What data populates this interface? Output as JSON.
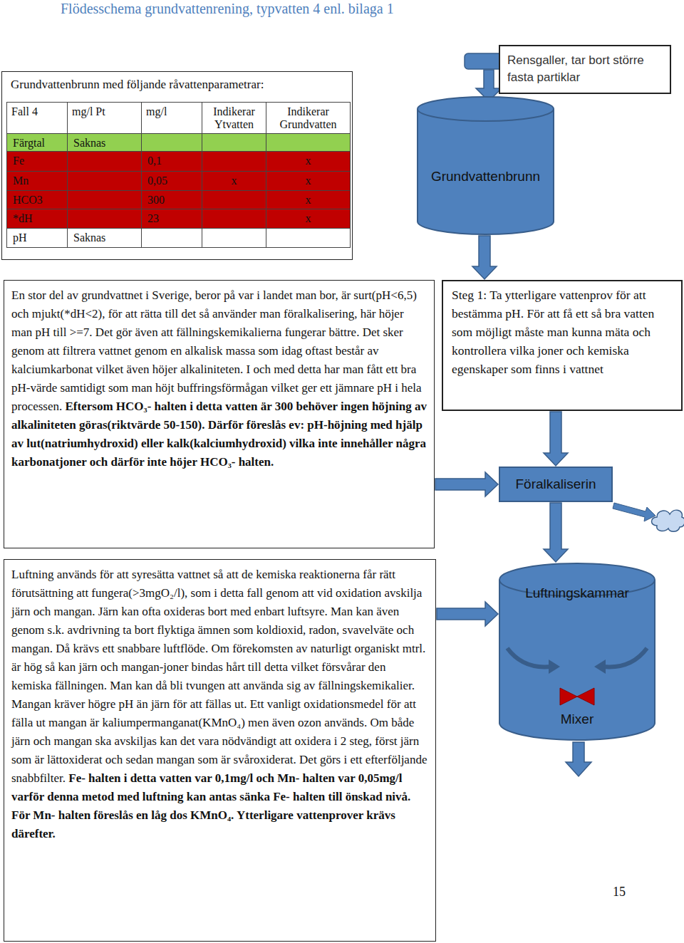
{
  "diagram": {
    "title": "Flödesschema grundvattenrening, typvatten 4 enl. bilaga 1",
    "nodes": [
      {
        "text": [
          "Grundvattenbrunn med följande råvattenparametrar:"
        ]
      },
      {
        "text": [
          "Rensgaller, tar bort större fasta partiklar"
        ]
      },
      {
        "text": [
          "Grundvattenbrunn"
        ]
      },
      {
        "text": [
          "En stor del av grundvattnet i Sverige, beror på var i landet man bor, är surt(pH<6,5) och mjukt(*dH<2), för att rätta till det så använder man föralkalisering, här höjer man pH till >=7. Det gör även att fällningskemikalierna fungerar bättre. Det sker genom att filtrera vattnet genom en alkalisk massa som idag oftast består av kalciumkarbonat vilket även höjer alkaliniteten. I och med detta har man fått ett bra pH-värde samtidigt som man höjt buffringsförmågan vilket ger ett jämnare pH i hela processen.",
          "Eftersom HCO₃- halten i detta vatten är 300 behöver ingen höjning av alkaliniteten göras(riktvärde 50-150). Därför föreslås ev: pH-höjning med hjälp av lut(natriumhydroxid) eller kalk(kalciumhydroxid) vilka inte innehåller några karbonatjoner och därför inte höjer HCO₃- halten."
        ]
      },
      {
        "text": [
          "Steg 1: Ta ytterligare vattenprov för att bestämma pH. För att få ett så bra vatten som möjligt måste man kunna mäta och kontrollera vilka joner och kemiska egenskaper som finns i vattnet"
        ]
      },
      {
        "text": [
          "Föralkaliserin"
        ]
      },
      {
        "text": [
          "Luftning används för att syresätta vattnet så att de kemiska reaktionerna får rätt förutsättning att fungera(>3mgO₂/l), som i detta fall genom att vid oxidation avskilja järn och mangan. Järn kan ofta oxideras bort med enbart luftsyre. Man kan även genom s.k. avdrivning ta bort flyktiga ämnen som koldioxid, radon, svavelväte och mangan. Då krävs ett snabbare luftflöde. Om förekomsten av naturligt organiskt mtrl. är hög så kan järn och mangan-joner bindas hårt till detta vilket försvårar den kemiska fällningen. Man kan då bli tvungen att använda sig av fällningskemikalier. Mangan kräver högre pH än järn för att fällas ut. Ett vanligt oxidationsmedel för att fälla ut mangan är kaliumpermanganat(KMnO₄) men även ozon används. Om både järn och mangan ska avskiljas kan det vara nödvändigt att oxidera i 2 steg, först järn som är lättoxiderat och sedan mangan som är svåroxiderat. Det görs i ett efterföljande snabbfilter.",
          "Fe- halten i detta vatten var 0,1mg/l och Mn- halten var 0,05mg/l varför denna metod med luftning kan antas sänka Fe- halten till önskad nivå. För Mn- halten föreslås en låg dos KMnO₄. Ytterligare vattenprover krävs därefter."
        ]
      },
      {
        "text": [
          "Luftningskammar",
          "Mixer"
        ]
      }
    ],
    "edges": [
      {
        "from": 2,
        "to": 4,
        "arrow": "to"
      },
      {
        "from": 4,
        "to": 5,
        "arrow": "to"
      },
      {
        "from": 3,
        "to": 5,
        "arrow": "to"
      },
      {
        "from": 5,
        "to": 7,
        "arrow": "to"
      },
      {
        "from": 6,
        "to": 7,
        "arrow": "to"
      }
    ],
    "labels": [
      "Fall 4",
      "mg/l Pt",
      "mg/l",
      "Indikerar Ytvatten",
      "Indikerar Grundvatten",
      "Färgtal",
      "Saknas",
      "Fe",
      "0,1",
      "x",
      "Mn",
      "0,05",
      "x",
      "x",
      "HCO3",
      "300",
      "x",
      "*dH",
      "23",
      "x",
      "pH",
      "Saknas",
      "15"
    ]
  }
}
